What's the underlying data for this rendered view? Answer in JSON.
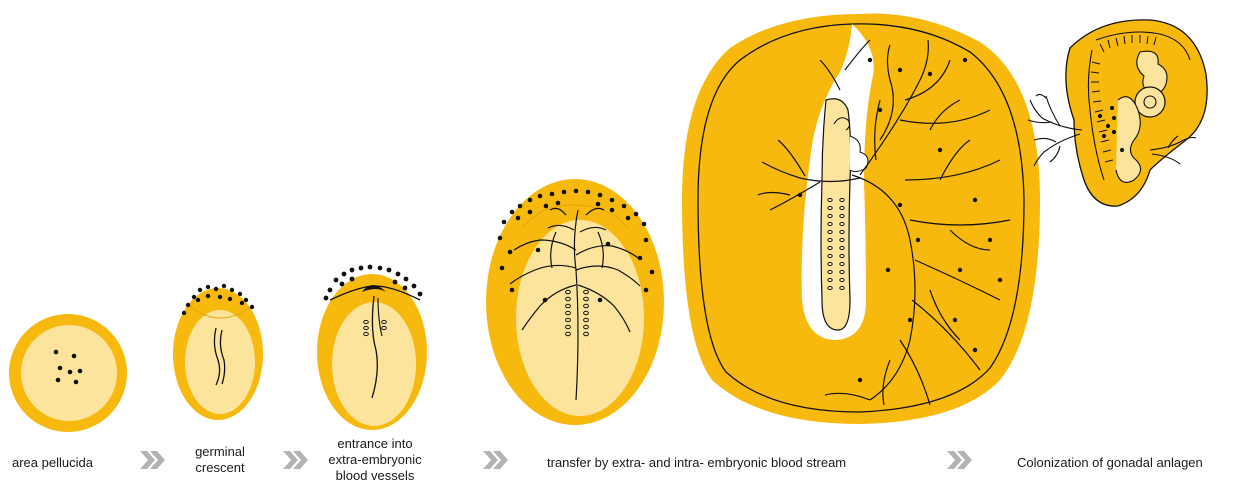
{
  "colors": {
    "outer": "#f7b90d",
    "inner": "#fde49c",
    "pale": "#fff1c4",
    "ink": "#111111",
    "chevron": "#b3b3b3"
  },
  "icons": [
    "double-chevron-right-icon"
  ],
  "captions": {
    "stage1": "area pellucida",
    "stage2": [
      "germinal",
      "crescent"
    ],
    "stage3": [
      "entrance into",
      "extra-embryonic",
      "blood vessels"
    ],
    "stage4": "transfer by extra- and intra- embryonic blood stream",
    "stage5": "Colonization of gonadal anlagen"
  }
}
